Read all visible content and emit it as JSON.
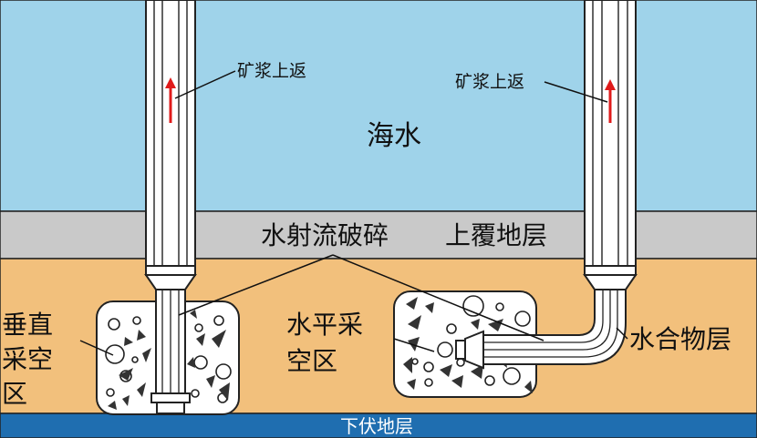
{
  "labels": {
    "seawater": "海水",
    "slurry_return_left": "矿浆上返",
    "slurry_return_right": "矿浆上返",
    "water_jet": "水射流破碎",
    "overburden": "上覆地层",
    "vertical_cavity": [
      "垂直",
      "采空",
      "区"
    ],
    "horizontal_cavity": [
      "水平采",
      "空区"
    ],
    "hydrate_layer": "水合物层",
    "underlying": "下伏地层"
  },
  "colors": {
    "seawater": "#9fd3ea",
    "overburden": "#c9c9c9",
    "hydrate_layer": "#f2c07c",
    "underlying": "#1f6eb0",
    "arrow": "#e01b1b",
    "cavity": "#ffffff"
  }
}
